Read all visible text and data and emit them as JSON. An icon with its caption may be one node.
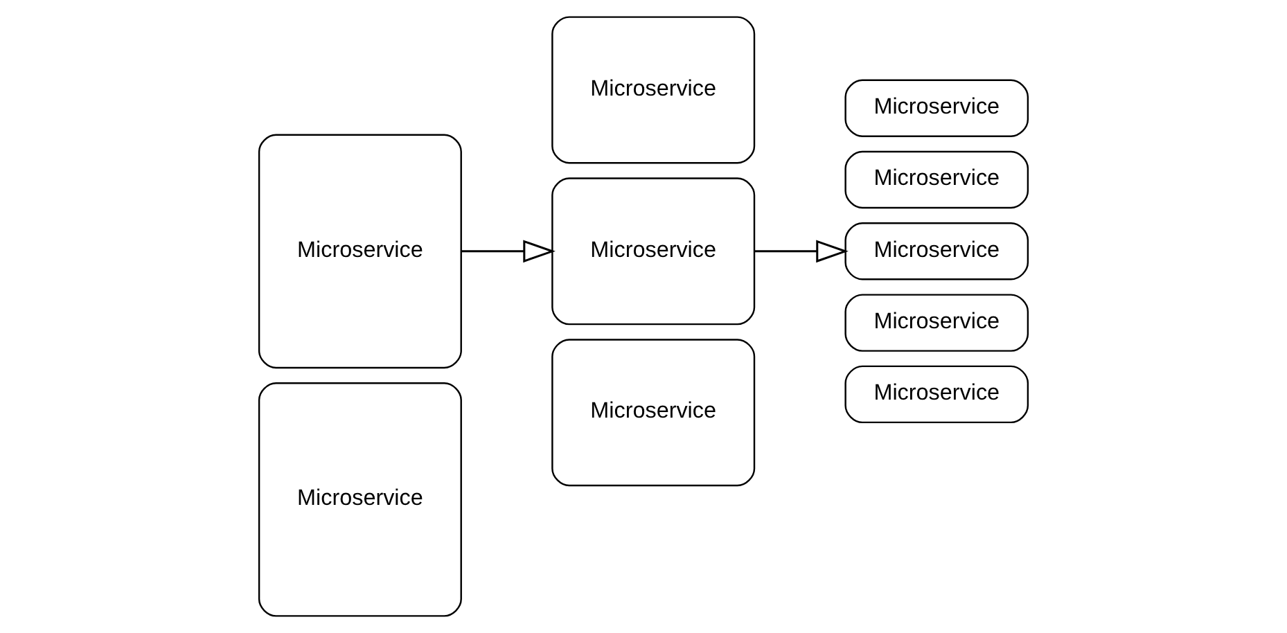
{
  "diagram": {
    "nodes": [
      {
        "text": [
          "Microservice"
        ]
      },
      {
        "text": [
          "Microservice"
        ]
      },
      {
        "text": [
          "Microservice"
        ]
      },
      {
        "text": [
          "Microservice"
        ]
      },
      {
        "text": [
          "Microservice"
        ]
      },
      {
        "text": [
          "Microservice"
        ]
      },
      {
        "text": [
          "Microservice"
        ]
      },
      {
        "text": [
          "Microservice"
        ]
      },
      {
        "text": [
          "Microservice"
        ]
      },
      {
        "text": [
          "Microservice"
        ]
      }
    ],
    "edges": [
      {
        "from": 0,
        "to": 3,
        "arrow": "to"
      },
      {
        "from": 3,
        "to": 7,
        "arrow": "to"
      }
    ]
  }
}
